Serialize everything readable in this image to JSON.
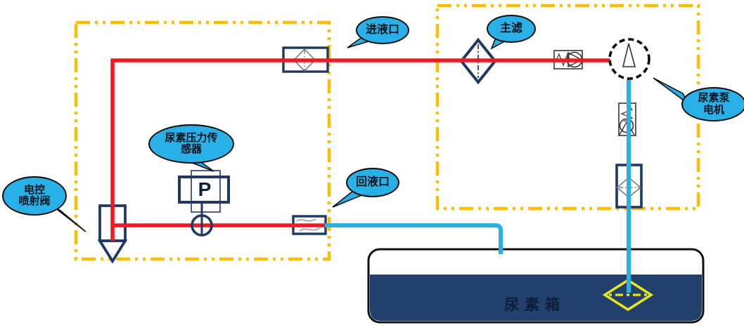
{
  "labels": {
    "inlet_port": "进液口",
    "main_filter": "主滤",
    "pump_motor_line1": "尿素泵",
    "pump_motor_line2": "电机",
    "return_port": "回液口",
    "pressure_sensor_line1": "尿素压力传",
    "pressure_sensor_line2": "感器",
    "injector_line1": "电控",
    "injector_line2": "喷射阀",
    "urea_tank": "尿素箱",
    "pressure_symbol": "P"
  },
  "colors": {
    "pressure_line_red": "#EB1C23",
    "return_line_cyan": "#29B1E7",
    "zone_border_yellow": "#FCBF00",
    "symbol_navy": "#1F3864",
    "bubble_fill_cyan": "#29B1E7",
    "tank_fluid_navy": "#21406B",
    "tank_strainer_yellow": "#E9E71C"
  }
}
